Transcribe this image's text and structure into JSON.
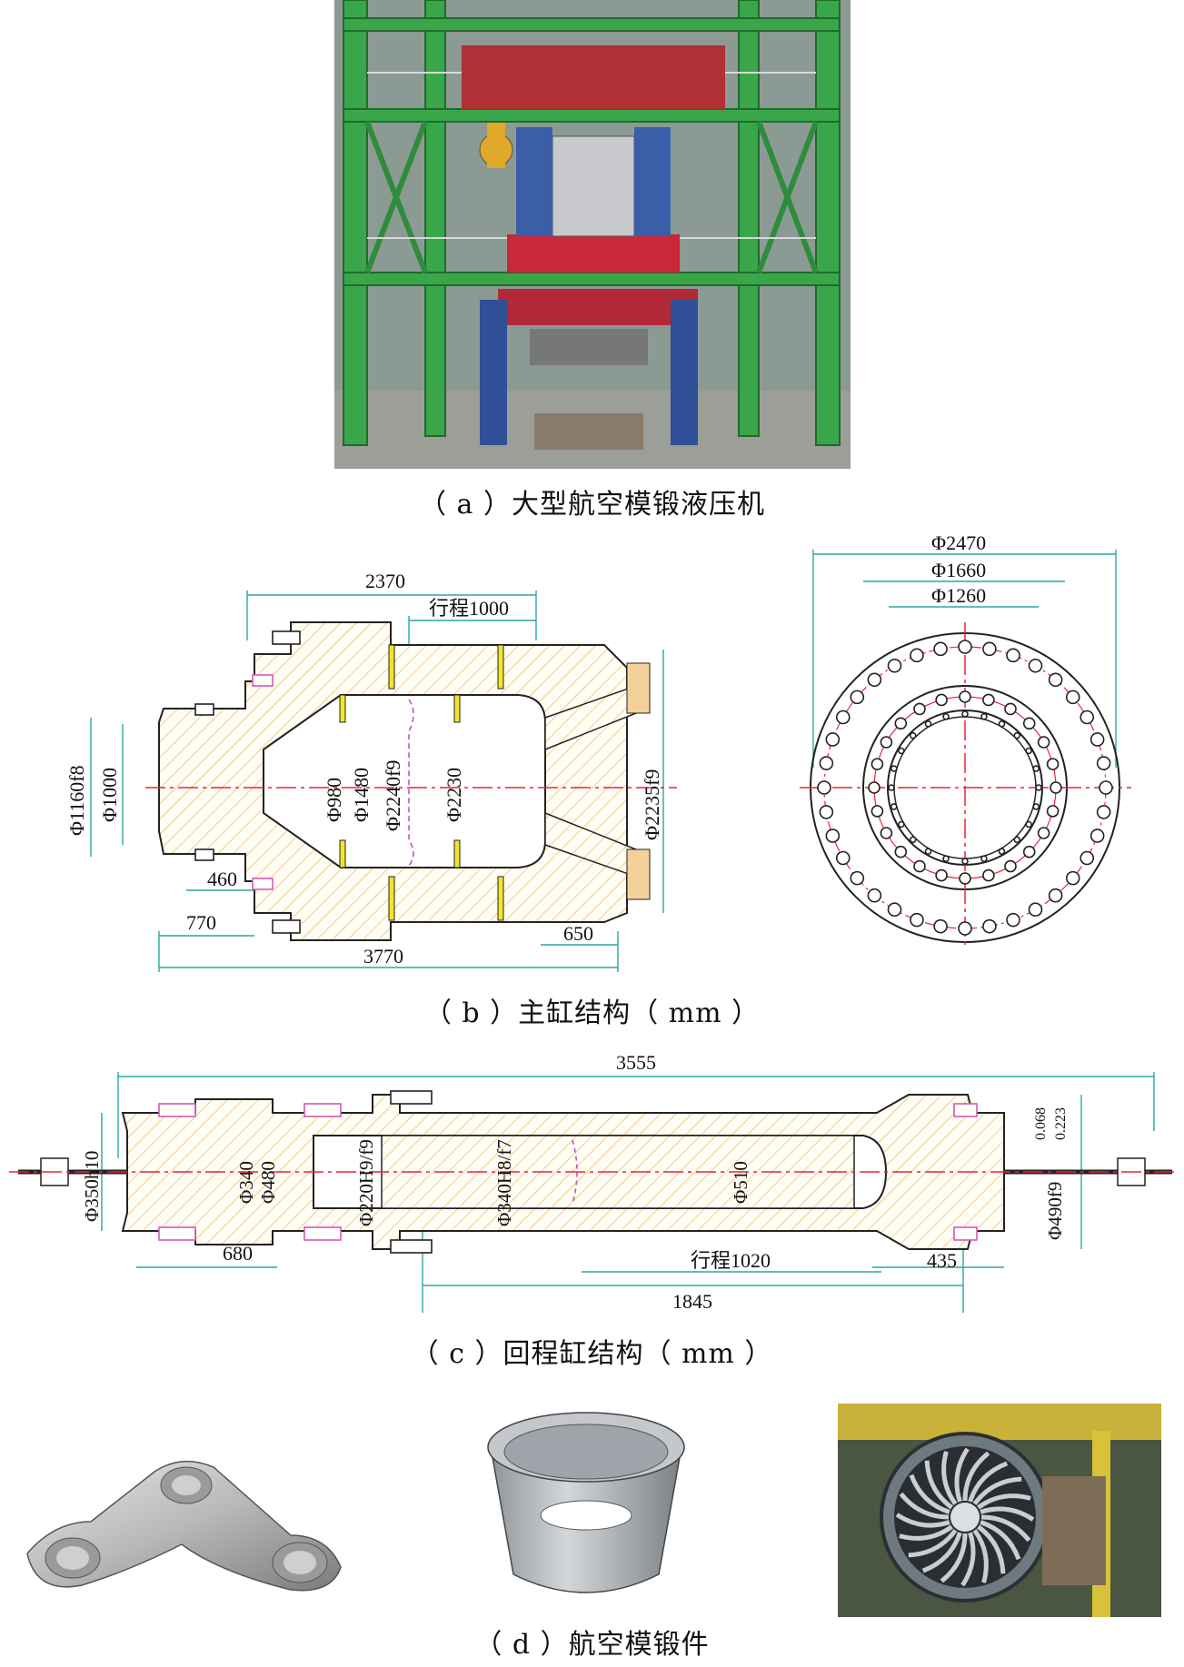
{
  "captions": {
    "a": "（ a ）大型航空模锻液压机",
    "b": "（ b ）主缸结构（ mm ）",
    "c": "（ c ）回程缸结构（ mm ）",
    "d": "（ d ）航空模锻件"
  },
  "main_cylinder": {
    "dims": {
      "overall_top": "2370",
      "stroke": "行程1000",
      "d_outer_fit": "Φ1160f8",
      "d1000": "Φ1000",
      "d980": "Φ980",
      "d1480": "Φ1480",
      "d2240": "Φ2240f9",
      "d2230": "Φ2230",
      "d2235": "Φ2235f9",
      "l460_inner": "460",
      "l460_left": "460",
      "l770": "770",
      "l650": "650",
      "overall_bottom": "3770"
    },
    "end_view": {
      "d2470": "Φ2470",
      "d1660": "Φ1660",
      "d1260": "Φ1260"
    }
  },
  "return_cylinder": {
    "dims": {
      "overall": "3555",
      "d350": "Φ350h10",
      "d340": "Φ340",
      "d480": "Φ480",
      "d220": "Φ220H9/f9",
      "d340fit": "Φ340H8/f7",
      "d510": "Φ510",
      "d490": "Φ490f9",
      "tol_upper": "0.068",
      "tol_lower": "0.223",
      "l680": "680",
      "stroke": "行程1020",
      "l435": "435",
      "l1845": "1845"
    }
  }
}
